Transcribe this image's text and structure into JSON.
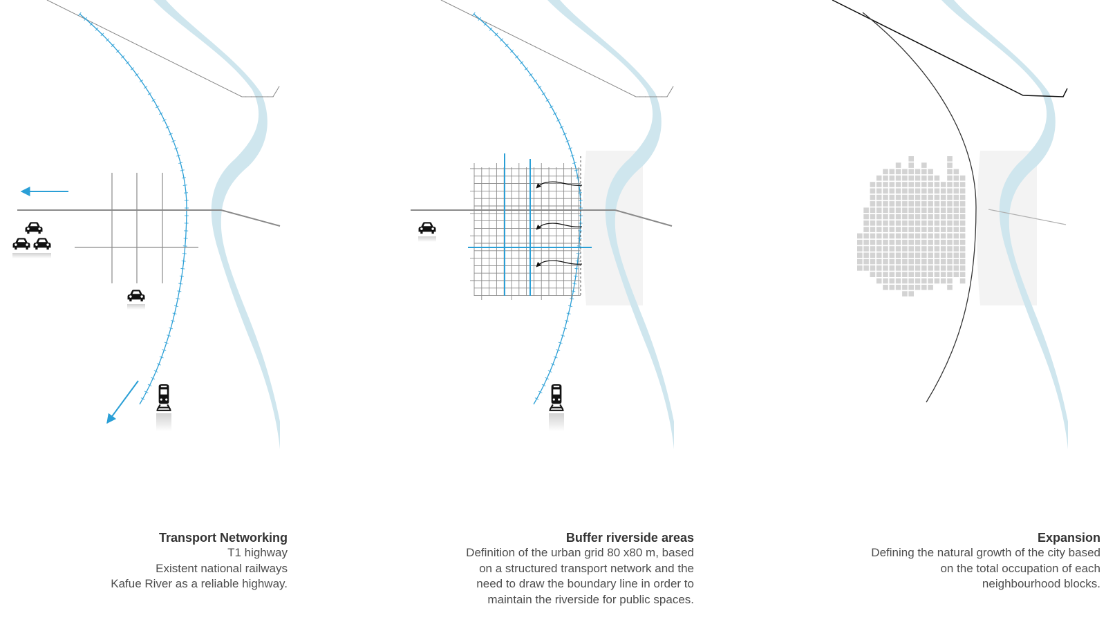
{
  "panels": [
    {
      "title": "Transport Networking",
      "lines": [
        "T1 highway",
        "Existent national railways",
        "Kafue River as a reliable highway."
      ]
    },
    {
      "title": "Buffer riverside areas",
      "lines": [
        "Definition of the urban grid 80 x80 m, based",
        "on a structured transport network and the",
        "need to draw the boundary line in order to",
        "maintain the riverside for public spaces."
      ]
    },
    {
      "title": "Expansion",
      "lines": [
        "Defining the natural growth of the city based",
        "on the total occupation of each",
        "neighbourhood blocks."
      ]
    }
  ],
  "colors": {
    "river": "#cfe6ee",
    "accent": "#2a9fd6",
    "line": "#8a8a8a",
    "block": "#d3d3d3",
    "buffer": "#f3f3f3",
    "icon": "#111111"
  },
  "icons": [
    "car-icon",
    "train-icon",
    "arrow-icon"
  ]
}
